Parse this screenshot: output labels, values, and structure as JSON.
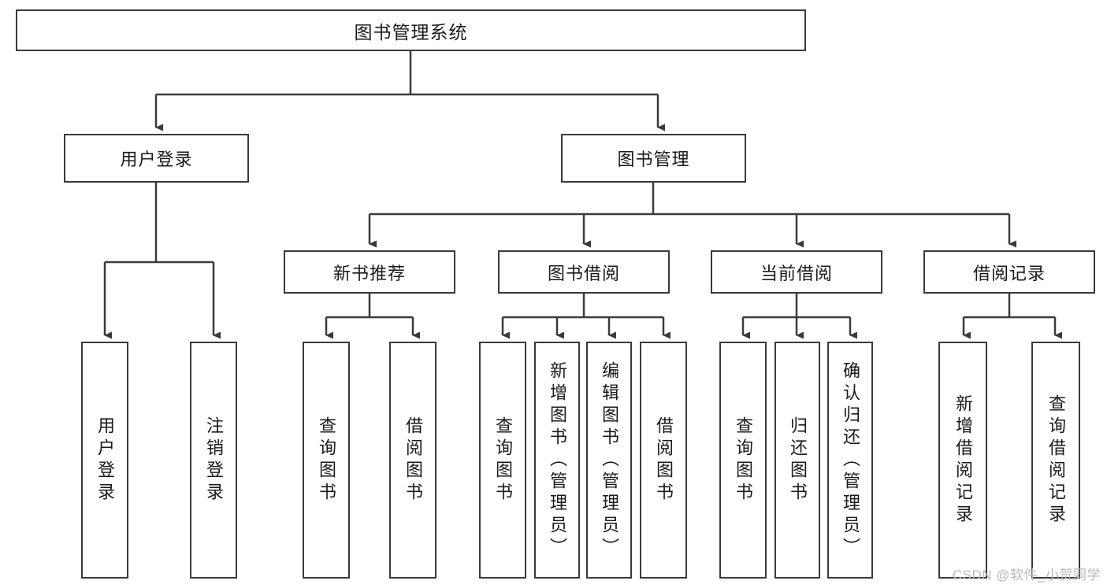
{
  "diagram": {
    "type": "tree",
    "title": "图书管理系统",
    "watermark": "CSDN @软件_小贺同学",
    "colors": {
      "box_border": "#3a3a3a",
      "box_fill": "#ffffff",
      "line": "#3a3a3a",
      "text": "#1a1a1a",
      "watermark": "#b9b9b9"
    },
    "nodes": {
      "root": {
        "label": "图书管理系统"
      },
      "level2": [
        {
          "label": "用户登录"
        },
        {
          "label": "图书管理"
        }
      ],
      "level3": [
        {
          "label": "新书推荐"
        },
        {
          "label": "图书借阅"
        },
        {
          "label": "当前借阅"
        },
        {
          "label": "借阅记录"
        }
      ],
      "leaves": {
        "user_login": [
          {
            "label": "用户登录"
          },
          {
            "label": "注销登录"
          }
        ],
        "new_book": [
          {
            "label": "查询图书"
          },
          {
            "label": "借阅图书"
          }
        ],
        "book_borrow": [
          {
            "label": "查询图书"
          },
          {
            "label": "新增图书（管理员）"
          },
          {
            "label": "编辑图书（管理员）"
          },
          {
            "label": "借阅图书"
          }
        ],
        "current_borrow": [
          {
            "label": "查询图书"
          },
          {
            "label": "归还图书"
          },
          {
            "label": "确认归还（管理员）"
          }
        ],
        "borrow_record": [
          {
            "label": "新增借阅记录"
          },
          {
            "label": "查询借阅记录"
          }
        ]
      }
    }
  }
}
